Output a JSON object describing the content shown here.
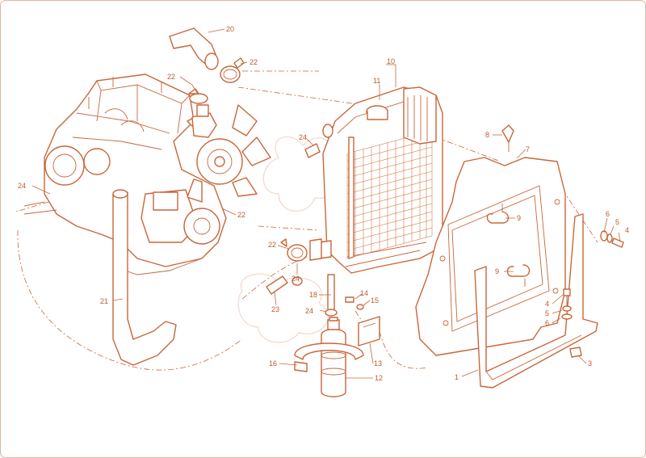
{
  "colors": {
    "line": "#c8663a",
    "text": "#c05a2c",
    "background": "#ffffff"
  },
  "callouts": [
    {
      "id": "c20",
      "label": "20"
    },
    {
      "id": "c22a",
      "label": "22"
    },
    {
      "id": "c22b",
      "label": "22"
    },
    {
      "id": "c10",
      "label": "10"
    },
    {
      "id": "c11",
      "label": "11"
    },
    {
      "id": "c8",
      "label": "8"
    },
    {
      "id": "c7",
      "label": "7"
    },
    {
      "id": "c24a",
      "label": "24"
    },
    {
      "id": "c24b",
      "label": "24"
    },
    {
      "id": "c22c",
      "label": "22"
    },
    {
      "id": "c9a",
      "label": "9"
    },
    {
      "id": "c6a",
      "label": "6"
    },
    {
      "id": "c5a",
      "label": "5"
    },
    {
      "id": "c4a",
      "label": "4"
    },
    {
      "id": "c22d",
      "label": "22"
    },
    {
      "id": "c24c",
      "label": "24"
    },
    {
      "id": "c9b",
      "label": "9"
    },
    {
      "id": "c18",
      "label": "18"
    },
    {
      "id": "c14",
      "label": "14"
    },
    {
      "id": "c15",
      "label": "15"
    },
    {
      "id": "c21",
      "label": "21"
    },
    {
      "id": "c23",
      "label": "23"
    },
    {
      "id": "c24d",
      "label": "24"
    },
    {
      "id": "c4b",
      "label": "4"
    },
    {
      "id": "c5b",
      "label": "5"
    },
    {
      "id": "c6b",
      "label": "6"
    },
    {
      "id": "c16",
      "label": "16"
    },
    {
      "id": "c13",
      "label": "13"
    },
    {
      "id": "c12",
      "label": "12"
    },
    {
      "id": "c3",
      "label": "3"
    },
    {
      "id": "c1",
      "label": "1"
    }
  ]
}
